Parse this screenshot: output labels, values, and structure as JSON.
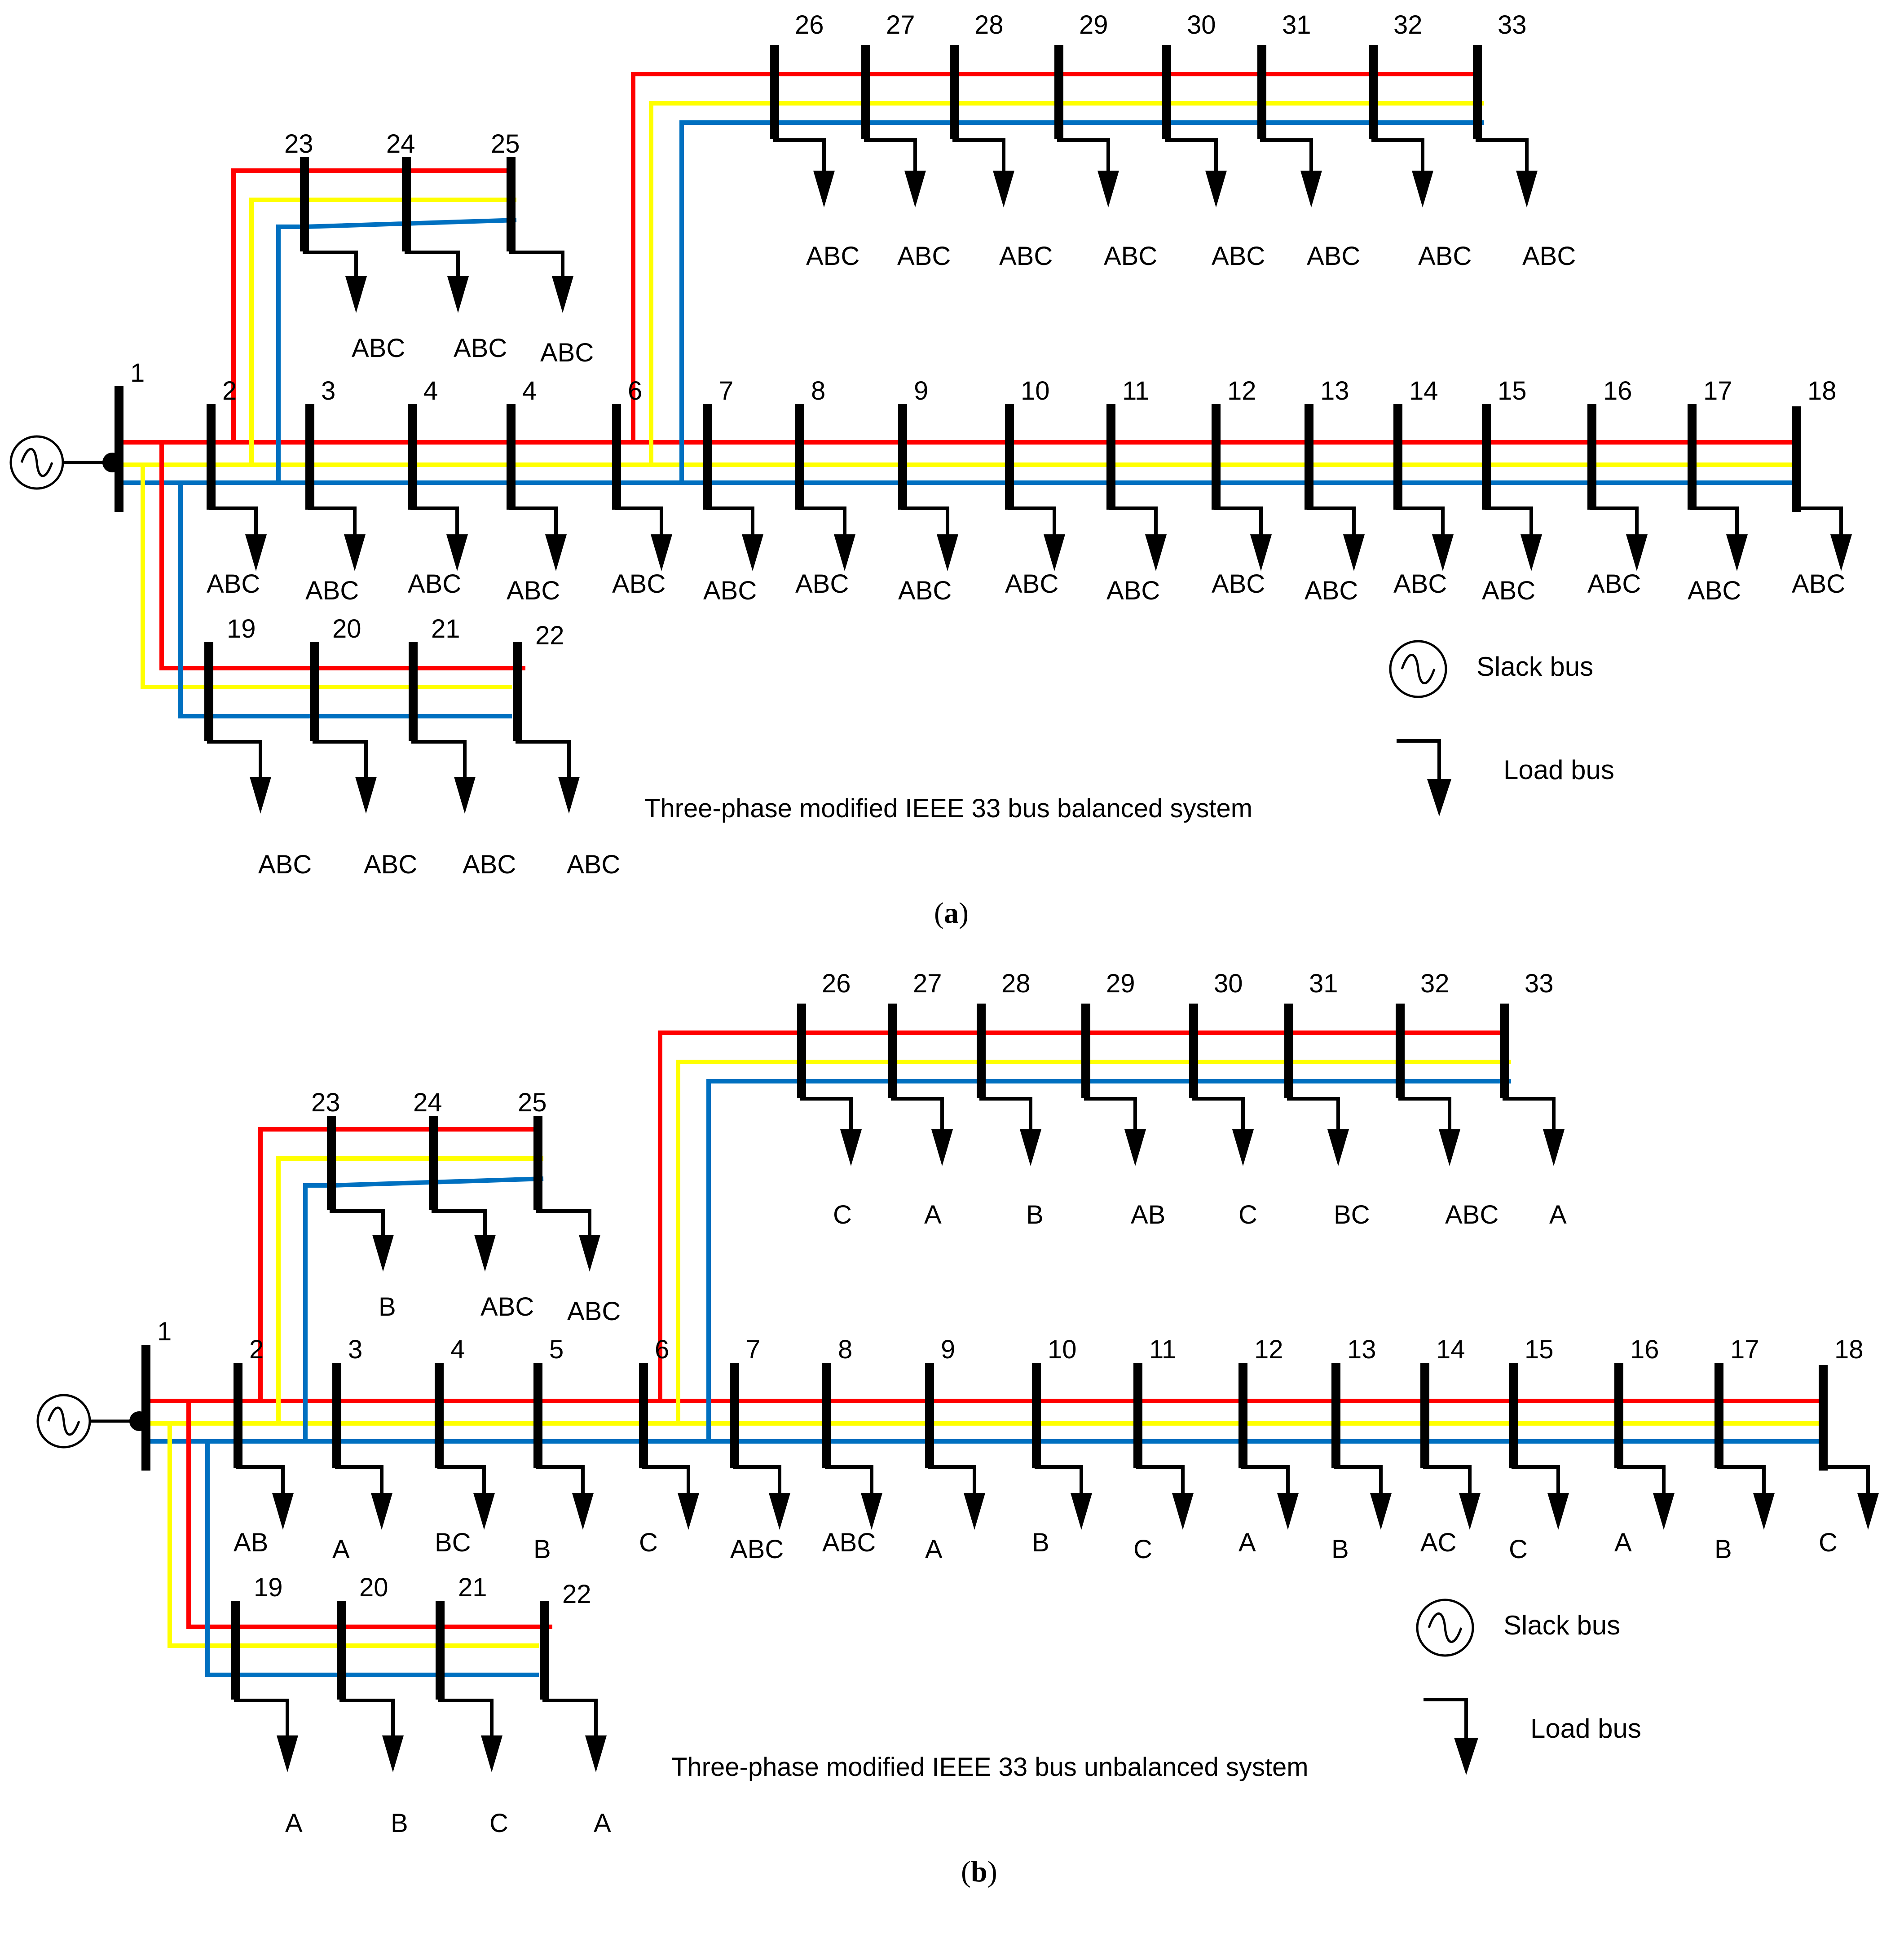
{
  "colors": {
    "phase_a": "#FF0000",
    "phase_b": "#FFFF00",
    "phase_c": "#0070C0",
    "bus": "#000000",
    "background": "#FFFFFF"
  },
  "icons": {
    "slack": "ac-source-circle-icon",
    "load": "down-arrow-load-icon"
  },
  "panels": [
    {
      "id": "a",
      "caption_open": "(",
      "caption_letter": "a",
      "caption_close": ")",
      "title": "Three-phase modified IEEE 33 bus balanced system",
      "legend": {
        "slack": "Slack bus",
        "load": "Load bus"
      },
      "bus_labels": {
        "main": [
          "1",
          "2",
          "3",
          "4",
          "4",
          "6",
          "7",
          "8",
          "9",
          "10",
          "11",
          "12",
          "13",
          "14",
          "15",
          "16",
          "17",
          "18"
        ],
        "lateral_19_22": [
          "19",
          "20",
          "21",
          "22"
        ],
        "lateral_23_25": [
          "23",
          "24",
          "25"
        ],
        "lateral_26_33": [
          "26",
          "27",
          "28",
          "29",
          "30",
          "31",
          "32",
          "33"
        ]
      },
      "load_phases": {
        "main": [
          "ABC",
          "ABC",
          "ABC",
          "ABC",
          "ABC",
          "ABC",
          "ABC",
          "ABC",
          "ABC",
          "ABC",
          "ABC",
          "ABC",
          "ABC",
          "ABC",
          "ABC",
          "ABC",
          "ABC"
        ],
        "lateral_19_22": [
          "ABC",
          "ABC",
          "ABC",
          "ABC"
        ],
        "lateral_23_25": [
          "ABC",
          "ABC",
          "ABC"
        ],
        "lateral_26_33": [
          "ABC",
          "ABC",
          "ABC",
          "ABC",
          "ABC",
          "ABC",
          "ABC",
          "ABC"
        ]
      }
    },
    {
      "id": "b",
      "caption_open": "(",
      "caption_letter": "b",
      "caption_close": ")",
      "title": "Three-phase modified IEEE 33 bus unbalanced system",
      "legend": {
        "slack": "Slack bus",
        "load": "Load bus"
      },
      "bus_labels": {
        "main": [
          "1",
          "2",
          "3",
          "4",
          "5",
          "6",
          "7",
          "8",
          "9",
          "10",
          "11",
          "12",
          "13",
          "14",
          "15",
          "16",
          "17",
          "18"
        ],
        "lateral_19_22": [
          "19",
          "20",
          "21",
          "22"
        ],
        "lateral_23_25": [
          "23",
          "24",
          "25"
        ],
        "lateral_26_33": [
          "26",
          "27",
          "28",
          "29",
          "30",
          "31",
          "32",
          "33"
        ]
      },
      "load_phases": {
        "main": [
          "AB",
          "A",
          "BC",
          "B",
          "C",
          "ABC",
          "ABC",
          "A",
          "B",
          "C",
          "A",
          "B",
          "AC",
          "C",
          "A",
          "B",
          "C"
        ],
        "lateral_19_22": [
          "A",
          "B",
          "C",
          "A"
        ],
        "lateral_23_25": [
          "B",
          "ABC",
          "ABC"
        ],
        "lateral_26_33": [
          "C",
          "A",
          "B",
          "AB",
          "C",
          "BC",
          "ABC",
          "A"
        ]
      }
    }
  ]
}
